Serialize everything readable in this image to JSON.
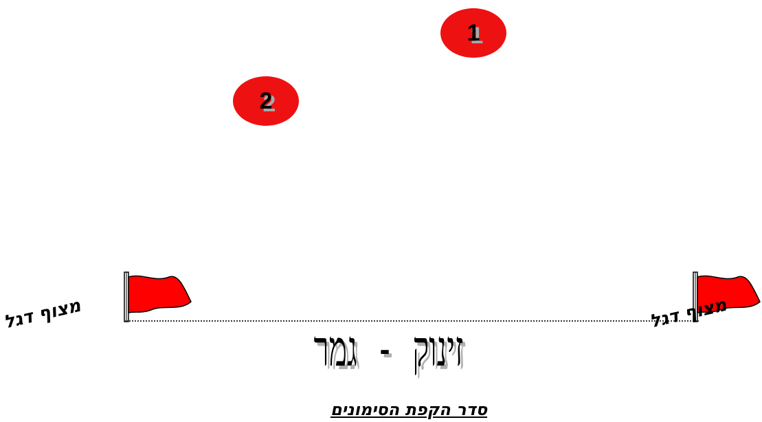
{
  "markers": [
    {
      "number": "1"
    },
    {
      "number": "2"
    }
  ],
  "flags": {
    "left_label": "מצוף דגל",
    "right_label": "מצוף דגל"
  },
  "start_finish_label": "זינוק - גמר",
  "caption": "סדר הקפת הסימונים",
  "colors": {
    "marker_fill": "#ee1111",
    "flag_fill": "#ff0000",
    "shadow": "#a8a8a8"
  }
}
